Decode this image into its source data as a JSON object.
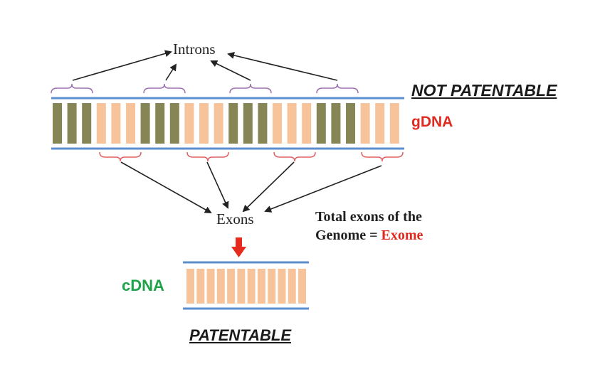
{
  "labels": {
    "introns": "Introns",
    "exons": "Exons",
    "not_patentable": "NOT PATENTABLE",
    "gdna": "gDNA",
    "total_line1": "Total exons of the",
    "total_line2_prefix": "Genome = ",
    "exome": "Exome",
    "cdna": "cDNA",
    "patentable": "PATENTABLE"
  },
  "colors": {
    "intron_bar": "#858555",
    "exon_bar": "#f7c39b",
    "strand_line": "#5b8fd0",
    "brace": "#9b6fb0",
    "exon_brace": "#e06060",
    "arrow": "#222222",
    "down_arrow": "#e62b1e",
    "gdna_text": "#e02a1f",
    "cdna_text": "#1fa34a",
    "exome_text": "#e02a1f"
  },
  "gdna_segments": [
    "intron",
    "exon",
    "intron",
    "exon",
    "intron",
    "exon",
    "intron",
    "exon"
  ],
  "cdna_exon_groups": 4
}
